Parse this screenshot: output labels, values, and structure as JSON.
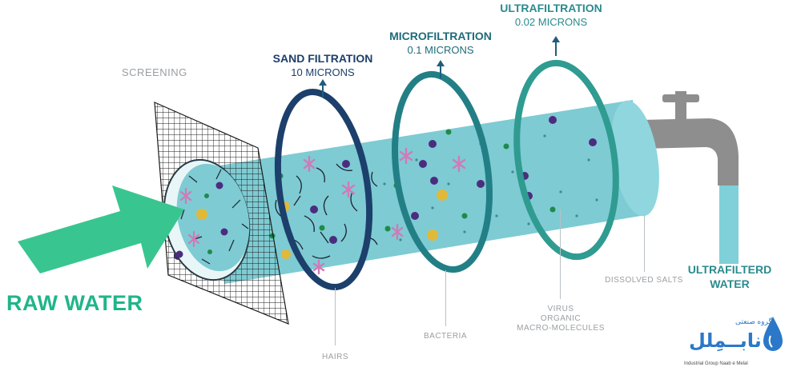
{
  "stages": {
    "screening": {
      "title": "SCREENING"
    },
    "sand": {
      "title": "SAND FILTRATION",
      "size": "10 MICRONS"
    },
    "micro": {
      "title": "MICROFILTRATION",
      "size": "0.1 MICRONS"
    },
    "ultra": {
      "title": "ULTRAFILTRATION",
      "size": "0.02 MICRONS"
    }
  },
  "labels": {
    "raw_water": "RAW WATER",
    "output_line1": "ULTRAFILTERD",
    "output_line2": "WATER",
    "hairs": "HAIRS",
    "bacteria": "BACTERIA",
    "virus_line1": "VIRUS",
    "virus_line2": "ORGANIC",
    "virus_line3": "MACRO-MOLECULES",
    "dissolved_salts": "DISSOLVED SALTS"
  },
  "logo": {
    "arabic_top": "گروه صنعتی",
    "arabic_main": "نابــمِلل",
    "caption": "Industrial Group Naab e Melal"
  },
  "colors": {
    "tube": "#7ecbd3",
    "navy_ring": "#1c3f6b",
    "teal_ring": "#237f86",
    "light_teal_ring": "#2f9b91",
    "raw_arrow": "#39c58f",
    "output_text": "#2a8b8f",
    "faucet": "#8e8e8e",
    "water_stream": "#7fd0d8"
  }
}
